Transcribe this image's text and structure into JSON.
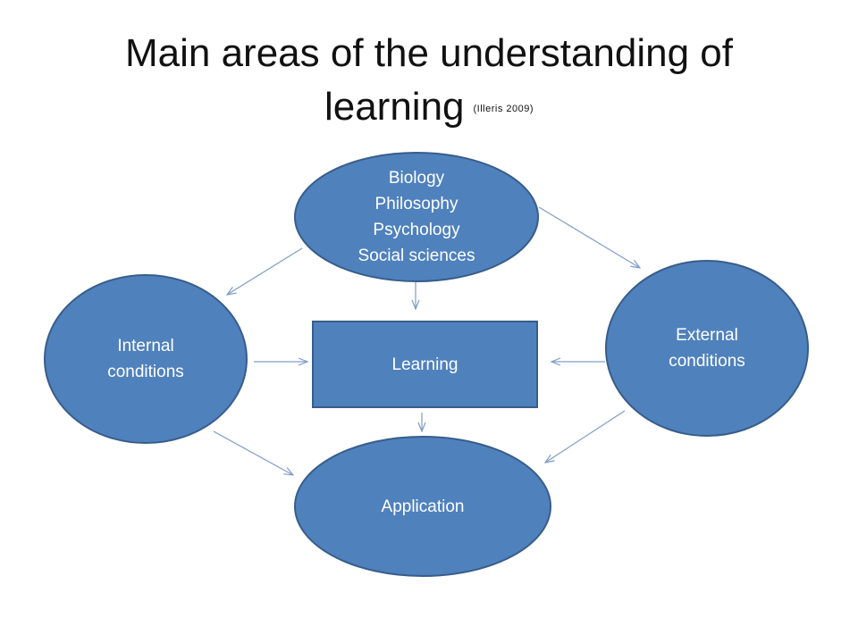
{
  "title": {
    "line1": "Main areas of the understanding of",
    "line2": "learning",
    "citation": "(Illeris  2009)"
  },
  "nodes": {
    "disciplines": {
      "items": [
        "Biology",
        "Philosophy",
        "Psychology",
        "Social sciences"
      ]
    },
    "internal": {
      "line1": "Internal",
      "line2": "conditions"
    },
    "external": {
      "line1": "External",
      "line2": "conditions"
    },
    "learning": {
      "label": "Learning"
    },
    "application": {
      "label": "Application"
    }
  },
  "colors": {
    "fill": "#4f81bd",
    "stroke": "#385d8a",
    "arrow": "#7f9cc9"
  }
}
